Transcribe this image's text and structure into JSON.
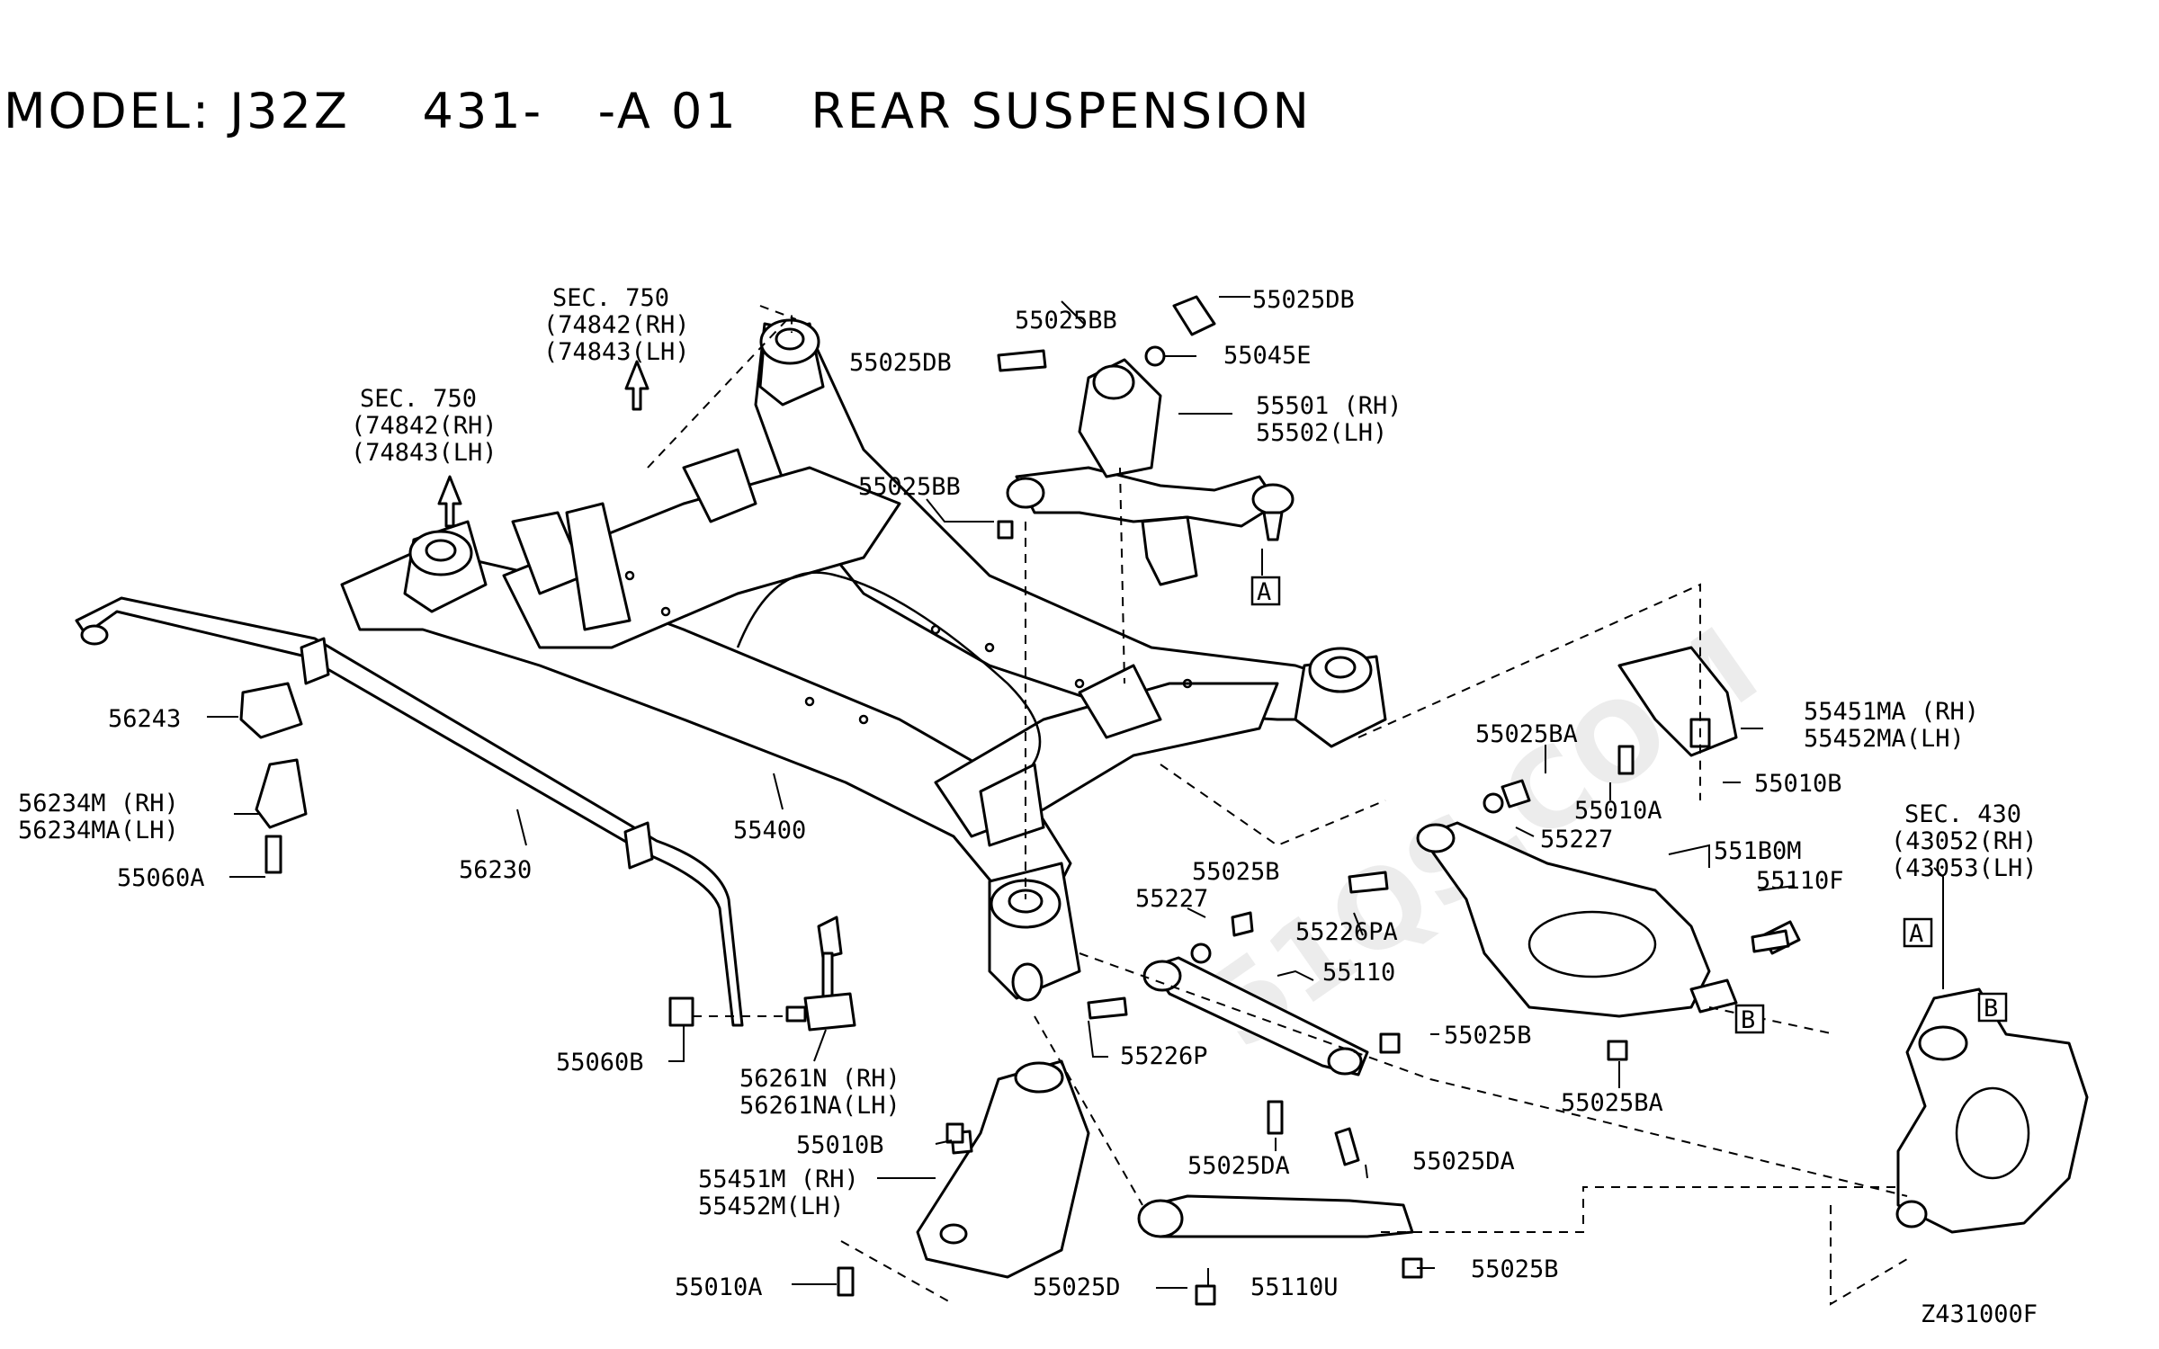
{
  "title": "MODEL: J32Z    431-   -A 01    REAR SUSPENSION",
  "watermark": "51QS.COM",
  "diagram_code": "Z431000F",
  "section_refs": {
    "sec750_a": {
      "sec": "SEC. 750",
      "rh": "(74842(RH)",
      "lh": "(74843(LH)"
    },
    "sec750_b": {
      "sec": "SEC. 750",
      "rh": "(74842(RH)",
      "lh": "(74843(LH)"
    },
    "sec430": {
      "sec": "SEC. 430",
      "rh": "(43052(RH)",
      "lh": "(43053(LH)"
    }
  },
  "callouts": {
    "A_upper": "A",
    "B_arm": "B",
    "A_knuckle": "A",
    "B_knuckle": "B"
  },
  "labels": {
    "p55025DB_top": "55025DB",
    "p55025BB_top": "55025BB",
    "p55025DB_left": "55025DB",
    "p55045E": "55045E",
    "p55501": "55501 (RH)",
    "p55502": "55502(LH)",
    "p55025BB_mid": "55025BB",
    "p56243": "56243",
    "p56234M": "56234M (RH)",
    "p56234MA": "56234MA(LH)",
    "p55060A": "55060A",
    "p56230": "56230",
    "p55400": "55400",
    "p55060B": "55060B",
    "p56261N": "56261N (RH)",
    "p56261NA": "56261NA(LH)",
    "p55010B_low": "55010B",
    "p55451M": "55451M (RH)",
    "p55452M": "55452M(LH)",
    "p55010A_low": "55010A",
    "p55025BA_top": "55025BA",
    "p55010A_mid": "55010A",
    "p55451MA": "55451MA (RH)",
    "p55452MA": "55452MA(LH)",
    "p55010B_right": "55010B",
    "p55227_a": "55227",
    "p551B0M": "551B0M",
    "p55110F": "55110F",
    "p55025B_a": "55025B",
    "p55227_b": "55227",
    "p55226PA": "55226PA",
    "p55110": "55110",
    "p55226P": "55226P",
    "p55025B_b": "55025B",
    "p55025BA_low": "55025BA",
    "p55025DA_a": "55025DA",
    "p55025DA_b": "55025DA",
    "p55025D": "55025D",
    "p55110U": "55110U",
    "p55025B_c": "55025B"
  }
}
